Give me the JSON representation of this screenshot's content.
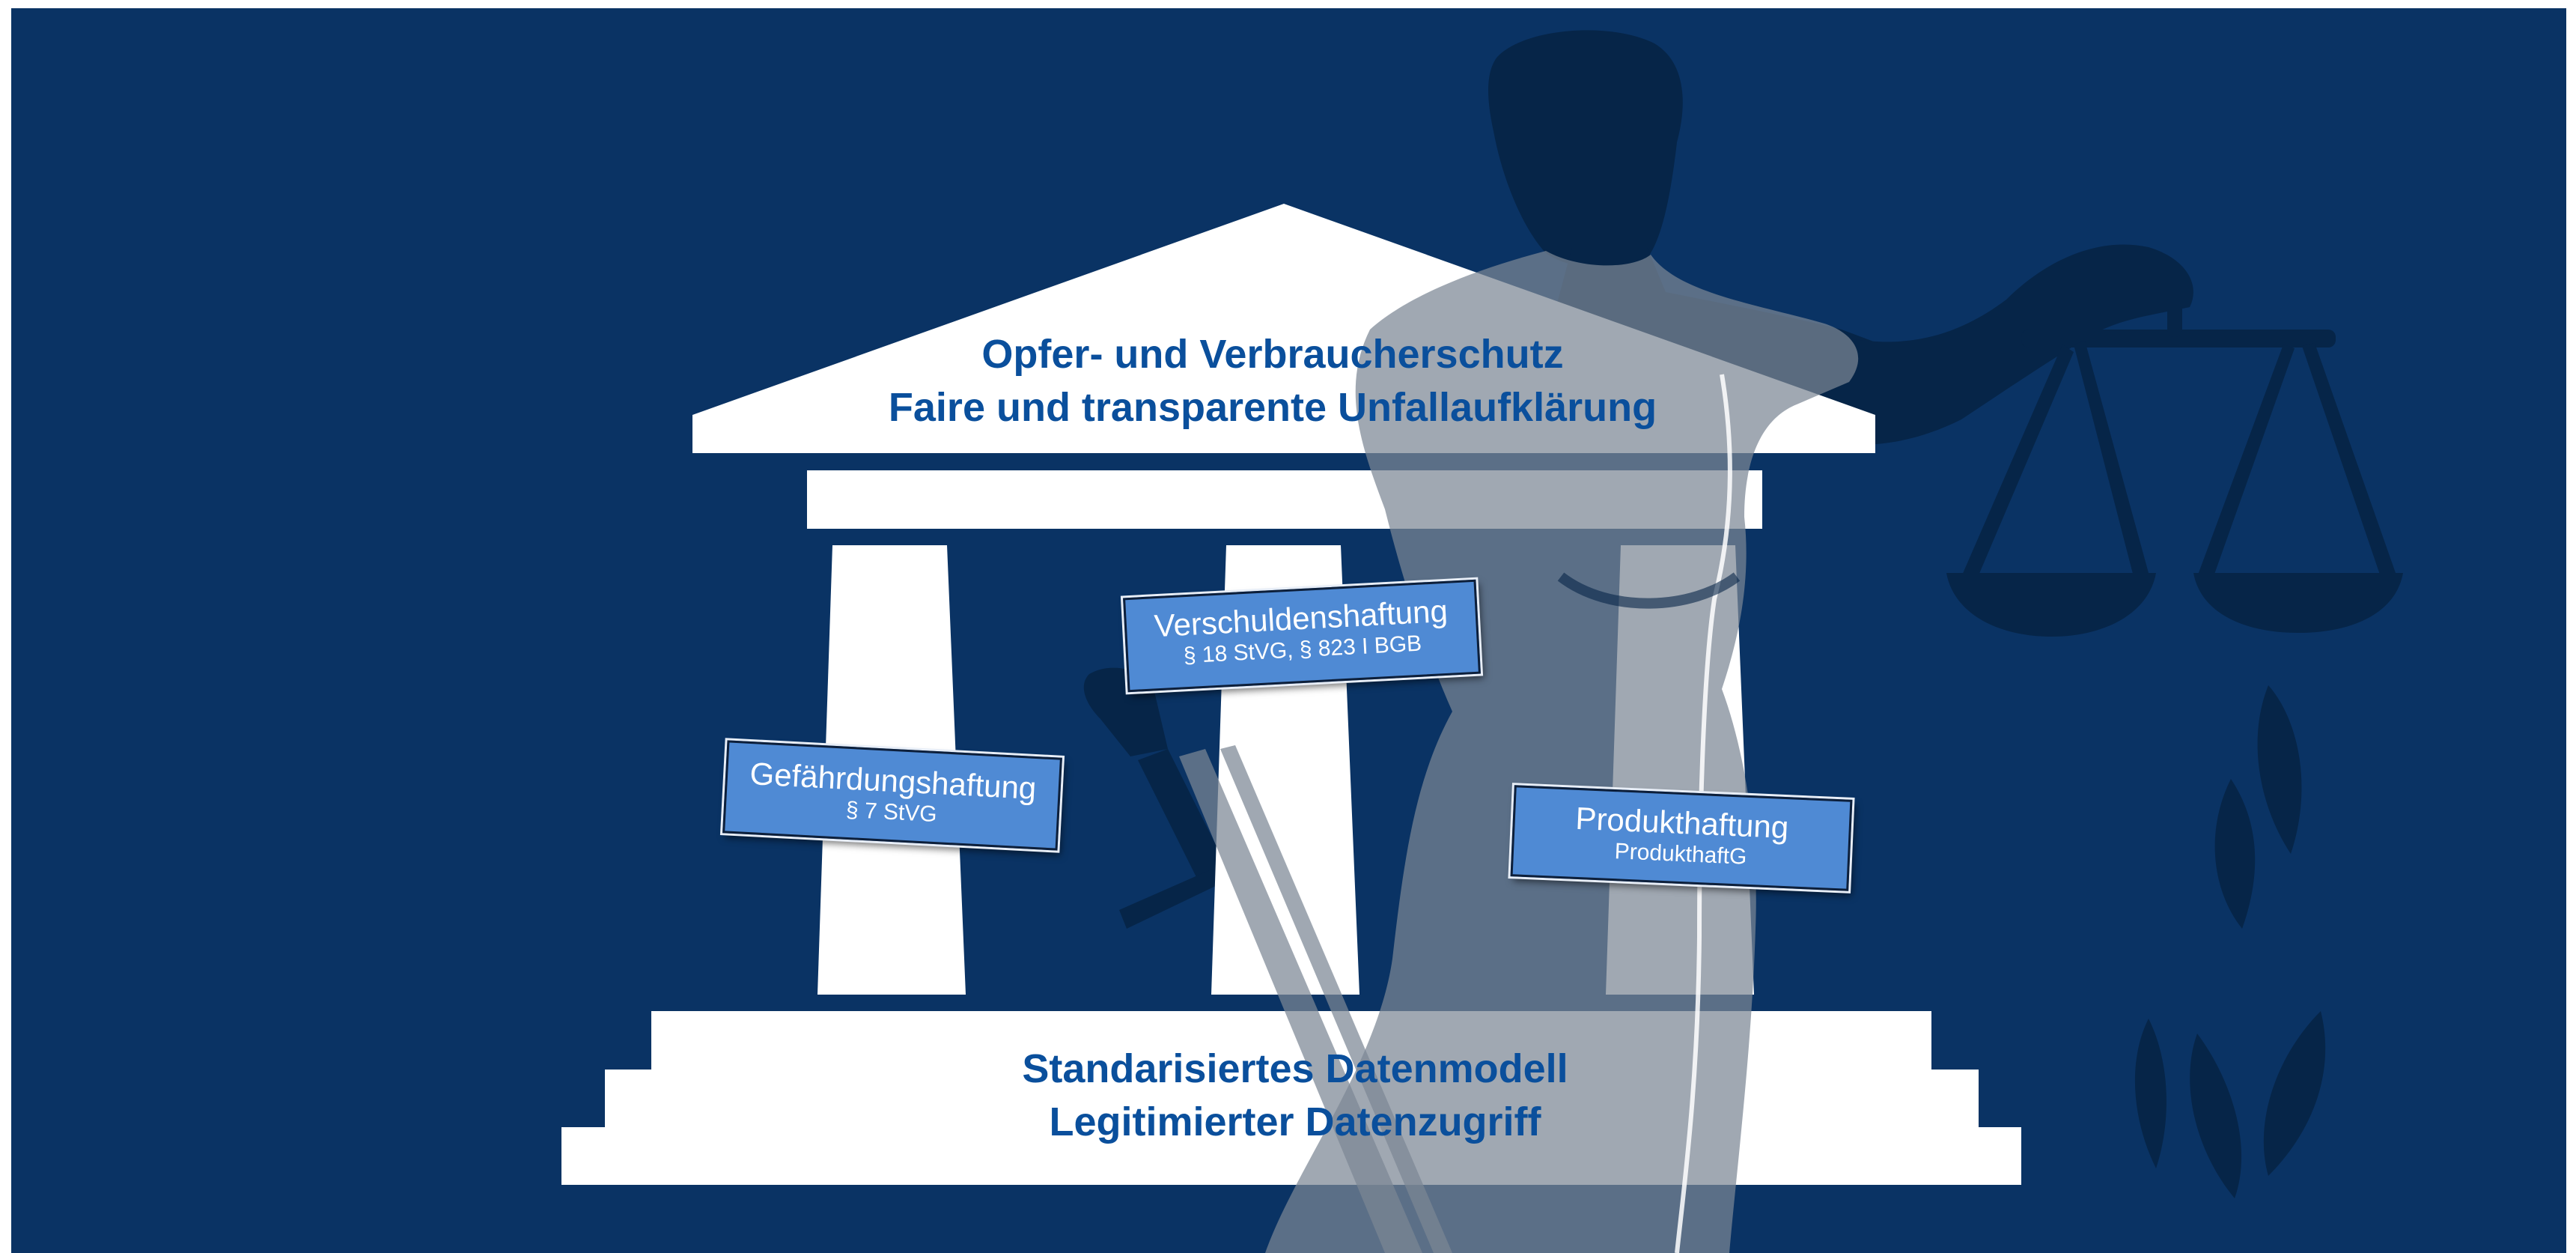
{
  "colors": {
    "background": "#0a3364",
    "temple": "#ffffff",
    "justitia_dark": "#062548",
    "justitia_overlay": "#9aa3ad",
    "heading_text": "#0a4f9c",
    "card_fill": "#4f8ad4",
    "card_text": "#ffffff"
  },
  "icons": {
    "justitia": "lady-justice-silhouette",
    "temple": "greek-temple",
    "scales": "scales-of-justice",
    "sword": "sword",
    "laurel": "laurel-leaves"
  },
  "roof": {
    "line1": "Opfer- und Verbraucherschutz",
    "line2": "Faire und transparente Unfallaufklärung"
  },
  "base": {
    "line1": "Standarisiertes Datenmodell",
    "line2": "Legitimierter Datenzugriff"
  },
  "pillars": [
    {
      "title": "Gefährdungshaftung",
      "law": "§ 7 StVG"
    },
    {
      "title": "Verschuldenshaftung",
      "law": "§ 18 StVG, § 823 I BGB"
    },
    {
      "title": "Produkthaftung",
      "law": "ProdukthaftG"
    }
  ]
}
